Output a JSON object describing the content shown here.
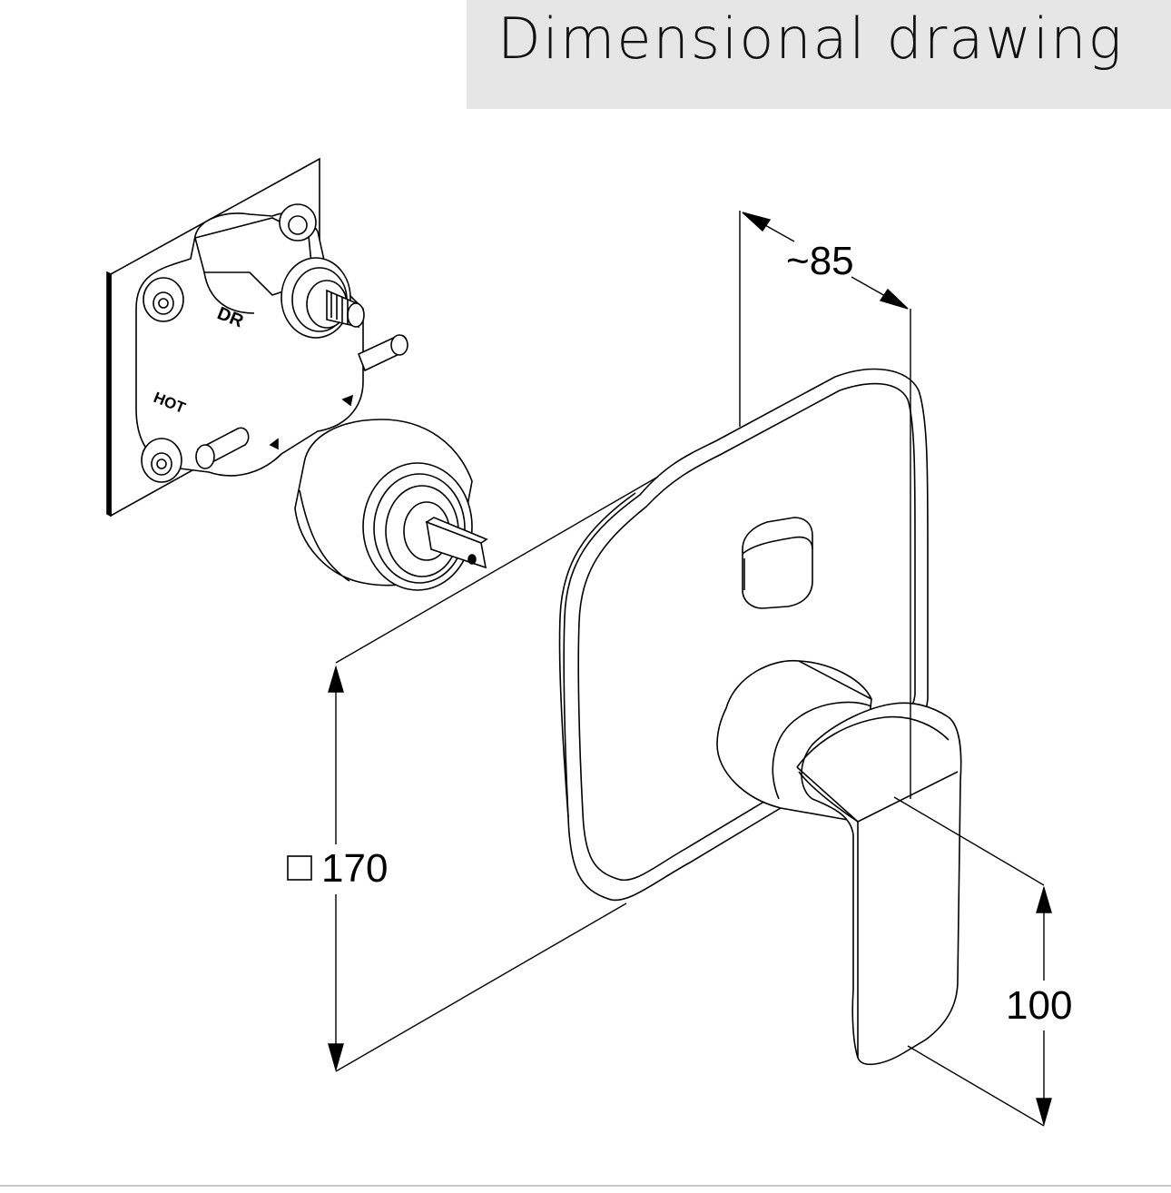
{
  "header": {
    "title": "Dimensional drawing"
  },
  "diagram": {
    "labels": {
      "valve_dr": "DR",
      "valve_hot": "HOT"
    },
    "dimensions": {
      "depth": "~85",
      "plate_size": "170",
      "lever_length": "100"
    },
    "symbols": {
      "square": "square-symbol"
    },
    "colors": {
      "line": "#000000",
      "title_bg": "#e6e6e6",
      "title_text": "#111111"
    }
  }
}
